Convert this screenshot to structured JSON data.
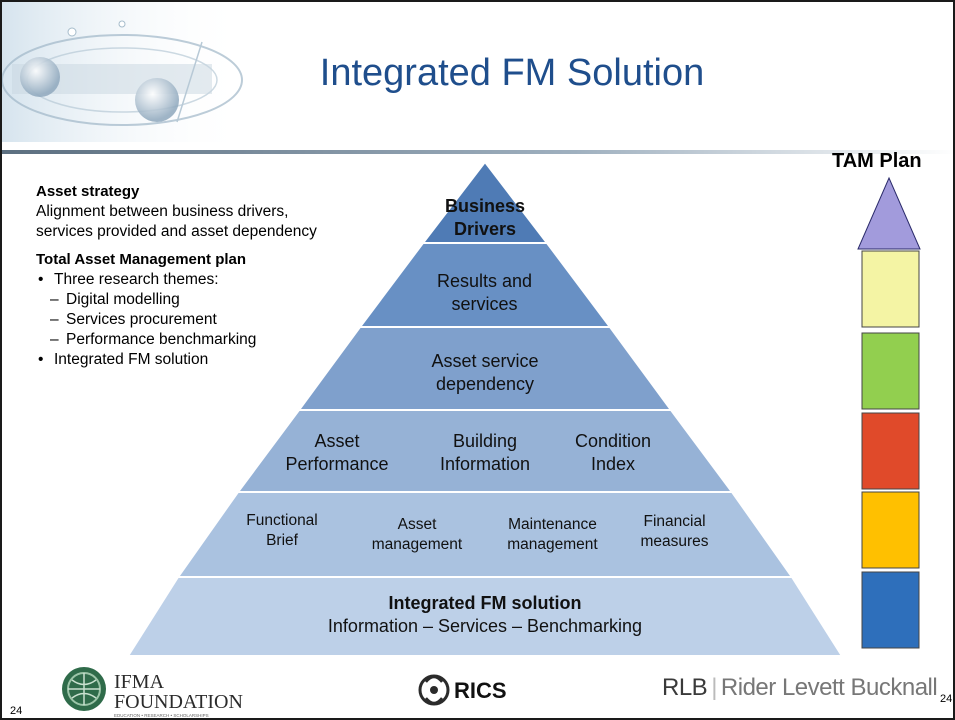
{
  "slide": {
    "title": "Integrated FM Solution",
    "page_number_left": "24",
    "page_number_right": "24"
  },
  "left_panel": {
    "asset_strategy_heading": "Asset strategy",
    "asset_strategy_text": "Alignment between business drivers, services provided and asset dependency",
    "tam_heading": "Total Asset Management plan",
    "bullets": [
      {
        "text": "Three research themes:",
        "sub": [
          "Digital modelling",
          "Services procurement",
          "Performance benchmarking"
        ]
      },
      {
        "text": "Integrated FM solution"
      }
    ]
  },
  "pyramid": {
    "level1": {
      "line1": "Business",
      "line2": "Drivers",
      "color": "#4f7bb5"
    },
    "level2": {
      "line1": "Results and",
      "line2": "services",
      "color": "#6890c4"
    },
    "level3": {
      "line1": "Asset service",
      "line2": "dependency",
      "color": "#7fa0cc"
    },
    "level4": {
      "color": "#96b2d6",
      "items": [
        {
          "line1": "Asset",
          "line2": "Performance"
        },
        {
          "line1": "Building",
          "line2": "Information"
        },
        {
          "line1": "Condition",
          "line2": "Index"
        }
      ]
    },
    "level5": {
      "color": "#aac2e0",
      "items": [
        {
          "line1": "Functional",
          "line2": "Brief"
        },
        {
          "line1": "Asset",
          "line2": "management"
        },
        {
          "line1": "Maintenance",
          "line2": "management"
        },
        {
          "line1": "Financial",
          "line2": "measures"
        }
      ]
    },
    "level6": {
      "line1": "Integrated FM solution",
      "line2": "Information – Services – Benchmarking",
      "color": "#bdd0e8"
    }
  },
  "tam_plan": {
    "title": "TAM Plan",
    "triangle_color": "#a29bdc",
    "blocks": [
      "#f4f4a4",
      "#92cf4f",
      "#e04a2a",
      "#ffc000",
      "#2e6fbb"
    ]
  },
  "logos": {
    "ifma_line1": "IFMA",
    "ifma_line2": "FOUNDATION",
    "ifma_tagline": "EDUCATION • RESEARCH • SCHOLARSHIPS",
    "rics": "RICS",
    "rlb_short": "RLB",
    "rlb_full": "Rider Levett Bucknall"
  }
}
